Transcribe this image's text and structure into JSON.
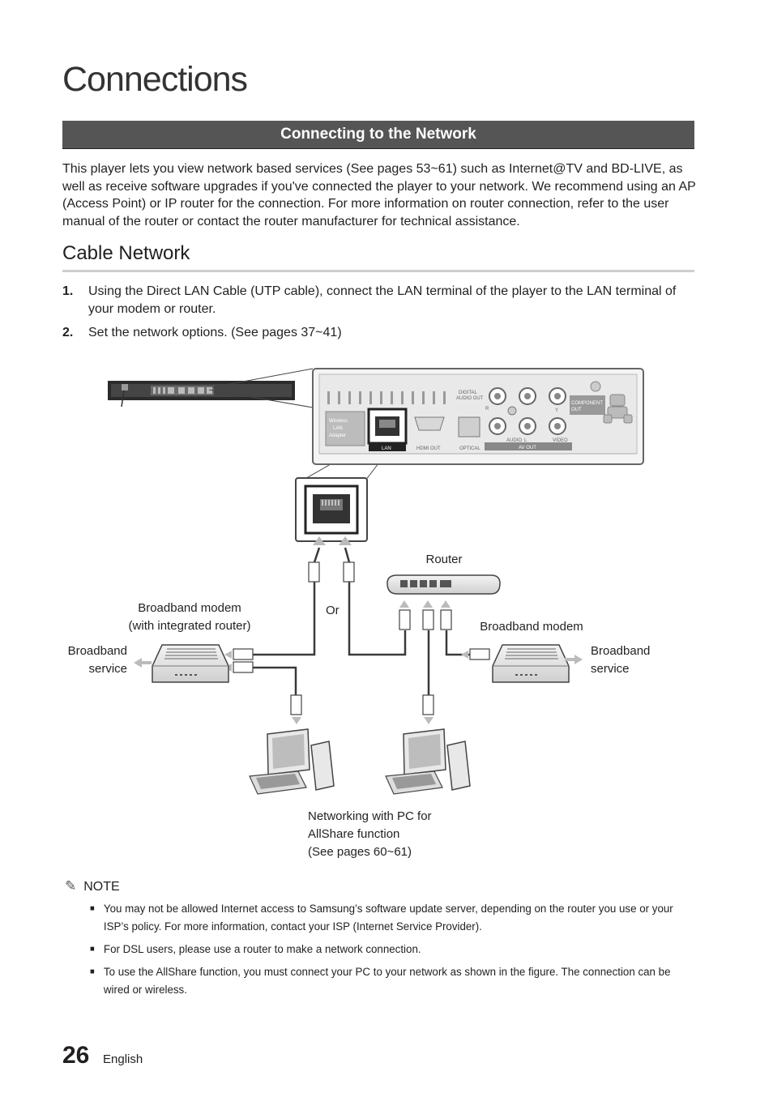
{
  "chapter_title": "Connections",
  "section_title": "Connecting to the Network",
  "intro": "This player lets you view network based services (See pages 53~61) such as Internet@TV and BD-LIVE, as well as receive software upgrades if you've connected the player to your network. We recommend using an AP (Access Point) or IP router for the connection. For more information on router connection, refer to the user manual of the router or contact the router manufacturer for technical assistance.",
  "subsection_title": "Cable Network",
  "steps": [
    {
      "num": "1.",
      "text": "Using the Direct LAN Cable (UTP cable), connect the LAN terminal of the player to the LAN terminal of your modem or router."
    },
    {
      "num": "2.",
      "text": "Set the network options. (See pages 37~41)"
    }
  ],
  "diagram": {
    "panel_labels": {
      "wireless": [
        "Wireless",
        "LAN",
        "Adapter"
      ],
      "lan": "LAN",
      "hdmi": "HDMI OUT",
      "optical": "OPTICAL",
      "digital_audio": [
        "DIGITAL",
        "AUDIO OUT"
      ],
      "av_out": "AV OUT",
      "audio": "AUDIO",
      "video": "VIDEO",
      "component": [
        "COMPONENT",
        "OUT"
      ],
      "y": "Y",
      "l": "L",
      "r": "R"
    },
    "router": "Router",
    "or": "Or",
    "modem_left": [
      "Broadband modem",
      "(with integrated router)"
    ],
    "service_left": [
      "Broadband",
      "service"
    ],
    "modem_right": "Broadband modem",
    "service_right": [
      "Broadband",
      "service"
    ],
    "pc_caption": [
      "Networking with PC for",
      "AllShare function",
      "(See pages 60~61)"
    ]
  },
  "note": {
    "title": "NOTE",
    "items": [
      "You may not be allowed Internet access to Samsung’s software update server, depending on the router you use or your ISP’s policy. For more information, contact your ISP (Internet Service Provider).",
      "For DSL users, please use a router to make a network connection.",
      "To use the AllShare function, you must connect your PC to your network as shown in the figure. The connection can be wired or wireless."
    ]
  },
  "page_number": "26",
  "page_language": "English"
}
